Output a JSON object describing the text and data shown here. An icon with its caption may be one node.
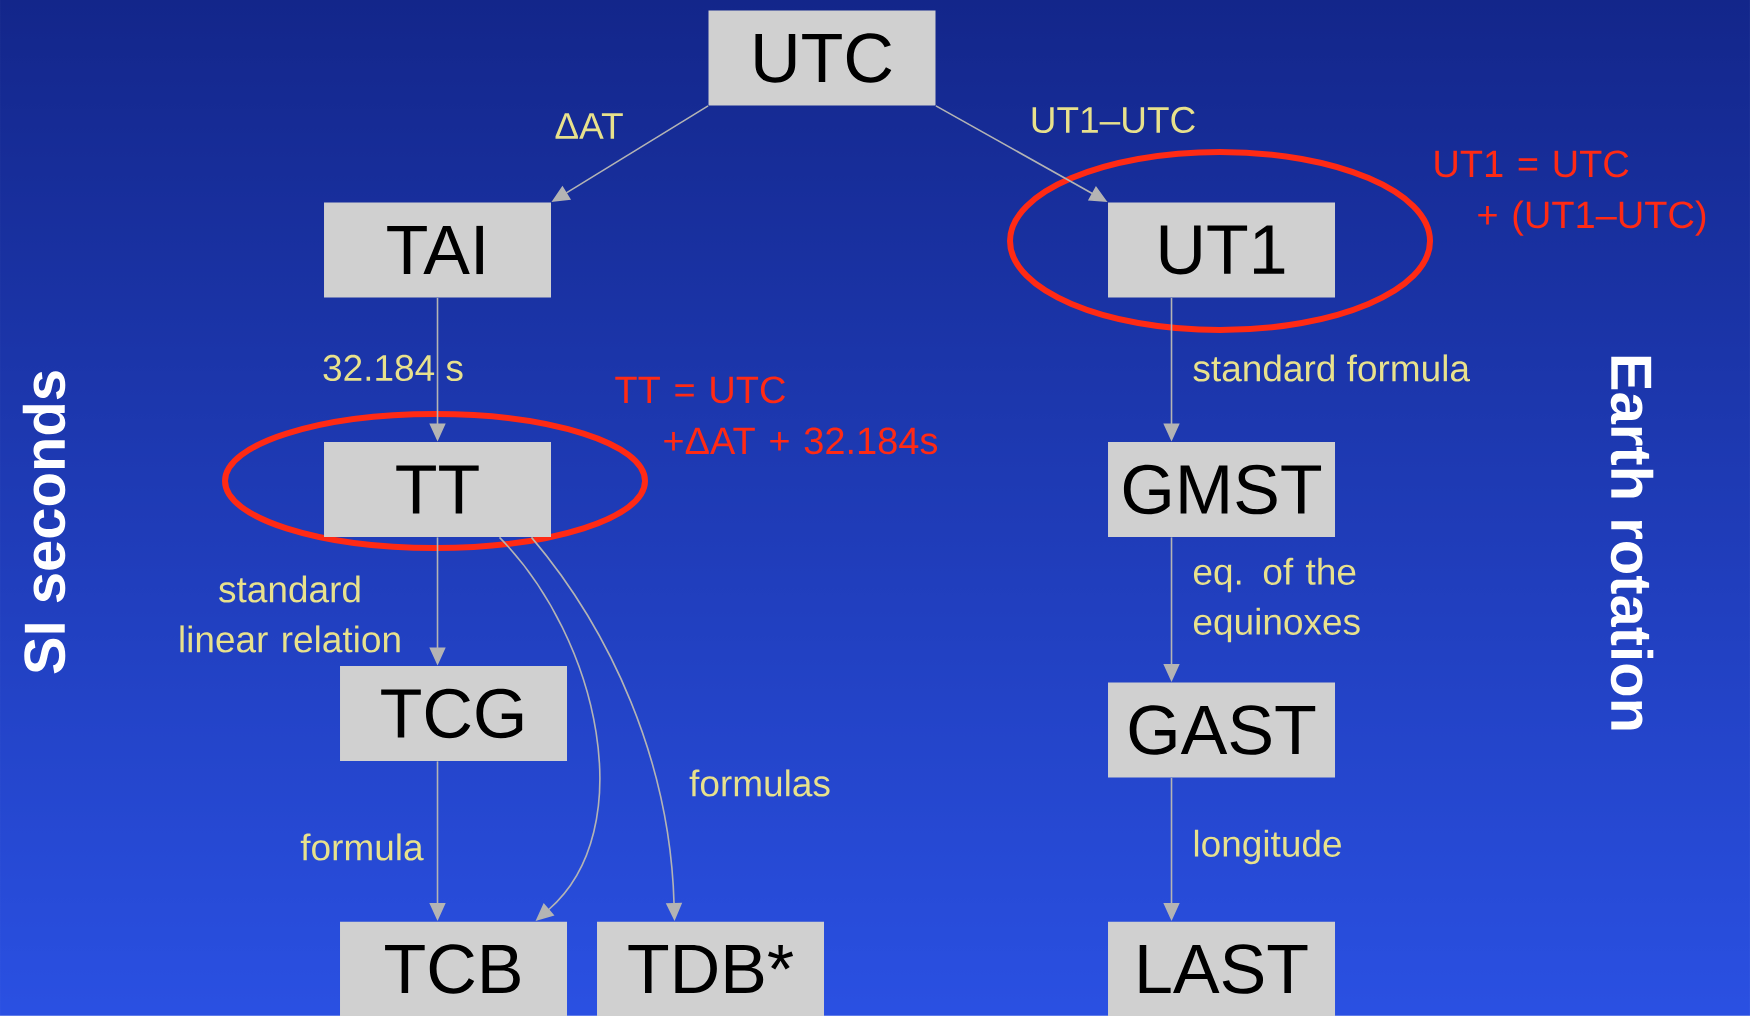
{
  "diagram": {
    "nodes": [
      {
        "text": [
          "UTC"
        ]
      },
      {
        "text": [
          "TAI"
        ]
      },
      {
        "text": [
          "UT1"
        ]
      },
      {
        "text": [
          "TT"
        ]
      },
      {
        "text": [
          "GMST"
        ]
      },
      {
        "text": [
          "TCG"
        ]
      },
      {
        "text": [
          "GAST"
        ]
      },
      {
        "text": [
          "TCB"
        ]
      },
      {
        "text": [
          "TDB*"
        ]
      },
      {
        "text": [
          "LAST"
        ]
      }
    ],
    "edges": [
      {
        "from": 0,
        "to": 1,
        "arrow": "to",
        "label": "ΔAT"
      },
      {
        "from": 0,
        "to": 2,
        "arrow": "to",
        "label": "UT1–UTC"
      },
      {
        "from": 1,
        "to": 3,
        "arrow": "to",
        "label": "32.184 s"
      },
      {
        "from": 3,
        "to": 5,
        "arrow": "to",
        "label": "standard linear relation"
      },
      {
        "from": 5,
        "to": 7,
        "arrow": "to",
        "label": "formula"
      },
      {
        "from": 3,
        "to": 7,
        "arrow": "to"
      },
      {
        "from": 3,
        "to": 8,
        "arrow": "to",
        "label": "formulas"
      },
      {
        "from": 2,
        "to": 4,
        "arrow": "to",
        "label": "standard formula"
      },
      {
        "from": 4,
        "to": 6,
        "arrow": "to",
        "label": "eq. of the equinoxes"
      },
      {
        "from": 6,
        "to": 9,
        "arrow": "to",
        "label": "longitude"
      }
    ],
    "labels": [
      "UT1 = UTC + (UT1–UTC)",
      "SI seconds",
      "TT = UTC +ΔAT + 32.184s",
      "Earth rotation"
    ]
  }
}
